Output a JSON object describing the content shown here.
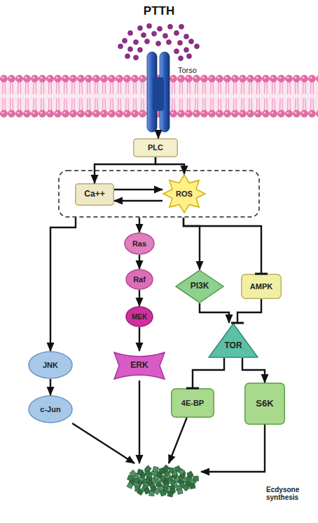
{
  "diagram": {
    "title": "PTTH",
    "nodes": [
      {
        "text": [
          "Torso"
        ]
      },
      {
        "text": [
          "PLC"
        ]
      },
      {
        "text": []
      },
      {
        "text": [
          "Ca++"
        ],
        "in": 2
      },
      {
        "text": [
          "ROS"
        ],
        "in": 2
      },
      {
        "text": [
          "Ras"
        ]
      },
      {
        "text": [
          "Raf"
        ]
      },
      {
        "text": [
          "PI3K"
        ]
      },
      {
        "text": [
          "AMPK"
        ]
      },
      {
        "text": [
          "MEK"
        ]
      },
      {
        "text": [
          "TOR"
        ]
      },
      {
        "text": [
          "JNK"
        ]
      },
      {
        "text": [
          "ERK"
        ]
      },
      {
        "text": [
          "4E-BP"
        ]
      },
      {
        "text": [
          "S6K"
        ]
      },
      {
        "text": [
          "c-Jun"
        ]
      },
      {
        "text": [
          "Ecdysone synthesis"
        ]
      }
    ],
    "edges": [
      {
        "from": 0,
        "to": 1,
        "arrow": "to"
      },
      {
        "from": 1,
        "to": 3,
        "arrow": "to"
      },
      {
        "from": 1,
        "to": 4,
        "arrow": "to"
      },
      {
        "from": 3,
        "to": 4,
        "arrow": "to"
      },
      {
        "from": 4,
        "to": 3,
        "arrow": "to"
      },
      {
        "from": 2,
        "to": 11,
        "arrow": "to"
      },
      {
        "from": 2,
        "to": 5,
        "arrow": "to"
      },
      {
        "from": 2,
        "to": 7,
        "arrow": "to"
      },
      {
        "from": 2,
        "to": 8,
        "arrow": "to"
      },
      {
        "from": 5,
        "to": 6,
        "arrow": "to"
      },
      {
        "from": 6,
        "to": 9,
        "arrow": "to"
      },
      {
        "from": 9,
        "to": 12,
        "arrow": "to"
      },
      {
        "from": 7,
        "to": 10,
        "arrow": "to"
      },
      {
        "from": 8,
        "to": 10,
        "arrow": "to"
      },
      {
        "from": 10,
        "to": 13,
        "arrow": "to"
      },
      {
        "from": 10,
        "to": 14,
        "arrow": "to"
      },
      {
        "from": 11,
        "to": 15,
        "arrow": "to"
      },
      {
        "from": 15,
        "to": 16,
        "arrow": "to"
      },
      {
        "from": 12,
        "to": 16,
        "arrow": "to"
      },
      {
        "from": 13,
        "to": 16,
        "arrow": "to"
      },
      {
        "from": 14,
        "to": 16,
        "arrow": "to"
      }
    ]
  }
}
